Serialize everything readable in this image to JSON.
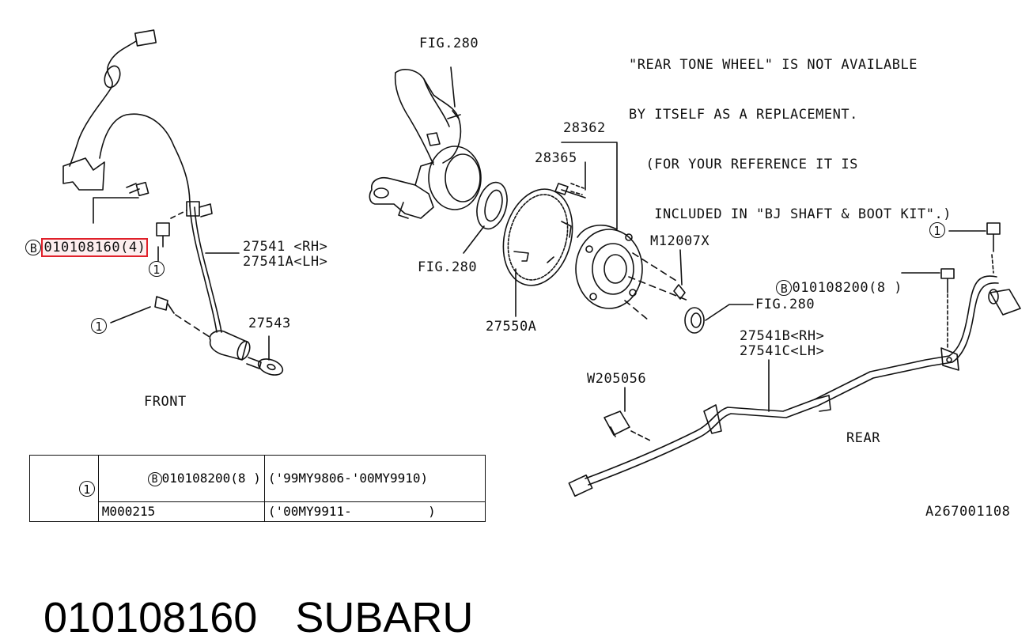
{
  "note": {
    "line1": "\"REAR TONE WHEEL\" IS NOT AVAILABLE",
    "line2": "BY ITSELF AS A REPLACEMENT.",
    "line3": "  (FOR YOUR REFERENCE IT IS",
    "line4": "   INCLUDED IN \"BJ SHAFT & BOOT KIT\".)"
  },
  "labels": {
    "fig280_top": "FIG.280",
    "fig280_mid": "FIG.280",
    "fig280_right": "FIG.280",
    "p28362": "28362",
    "p28365": "28365",
    "m12007x": "M12007X",
    "p27541_rh": "27541 <RH>",
    "p27541a_lh": "27541A<LH>",
    "p27543": "27543",
    "p27550a": "27550A",
    "p27541b_rh": "27541B<RH>",
    "p27541c_lh": "27541C<LH>",
    "w205056": "W205056",
    "front": "FRONT",
    "rear": "REAR",
    "bolt_front_highlighted": "010108160(4)",
    "bolt_rear": "010108200(8 )",
    "b_marker": "B",
    "ref_1": "1",
    "diagram_code": "A267001108"
  },
  "table": {
    "ref": "1",
    "rows": [
      {
        "part": "010108200(8 )",
        "range": "('99MY9806-'00MY9910)",
        "b": "B"
      },
      {
        "part": "M000215",
        "range": "('00MY9911-          )",
        "b": ""
      }
    ]
  },
  "footer": {
    "part_number": "010108160",
    "brand": "SUBARU"
  },
  "colors": {
    "line": "#111111",
    "highlight": "#e0202a"
  }
}
